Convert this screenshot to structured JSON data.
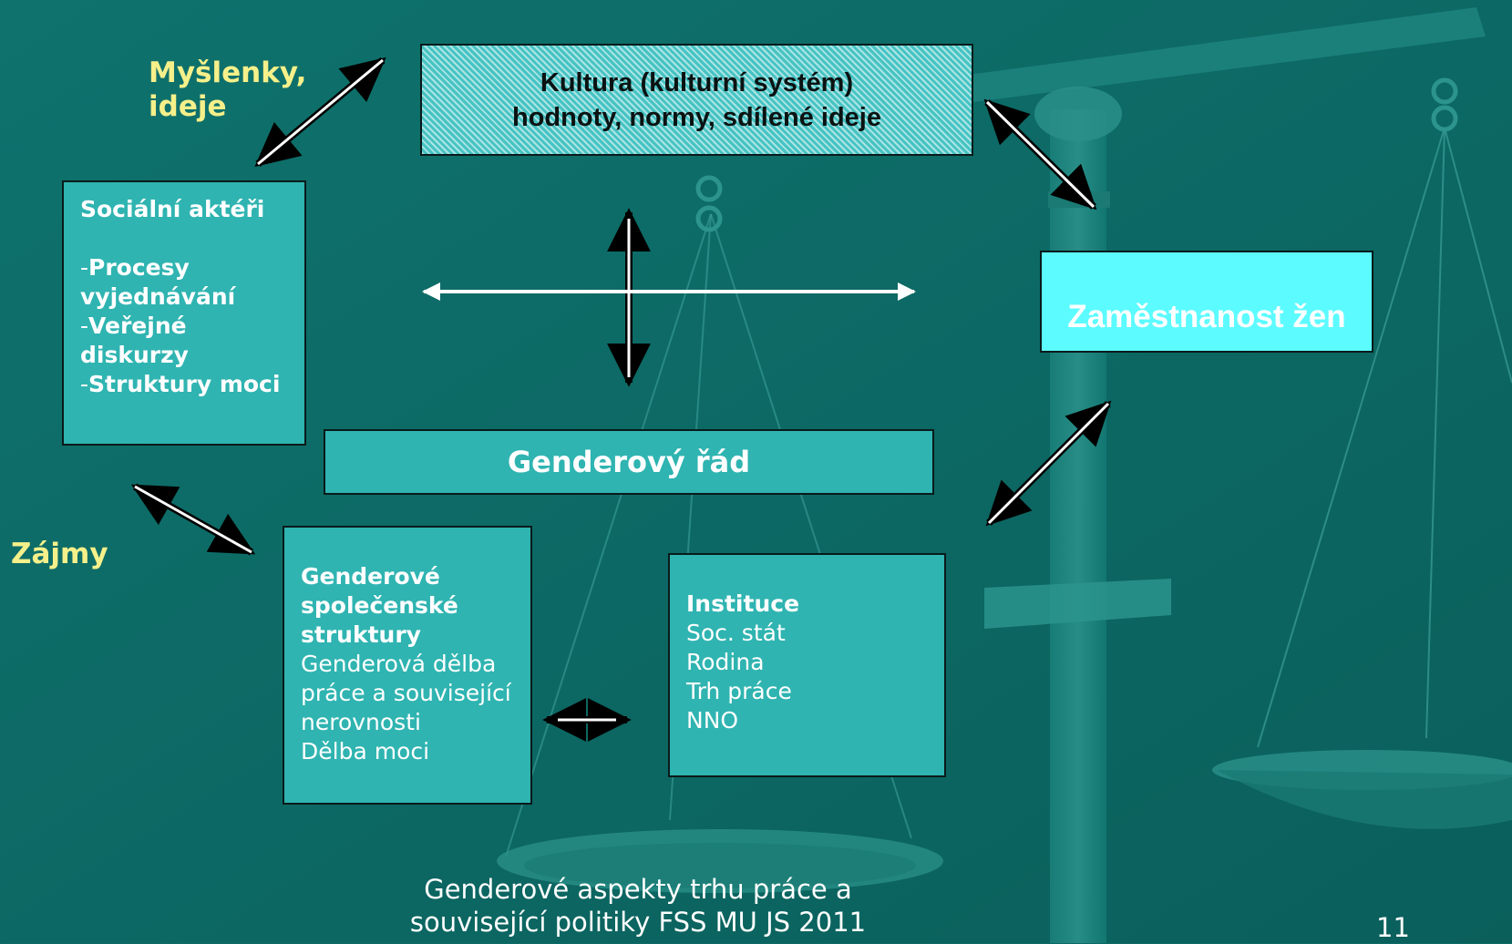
{
  "labels": {
    "ideas_line1": "Myšlenky,",
    "ideas_line2": "ideje",
    "interests": "Zájmy"
  },
  "culture_box": {
    "line1": "Kultura (kulturní systém)",
    "line2": "hodnoty, normy, sdílené ideje"
  },
  "actors_box": {
    "title": "Sociální aktéři",
    "items": [
      {
        "prefix": "-",
        "line1": "Procesy",
        "line2": "vyjednávání"
      },
      {
        "prefix": "-",
        "line1": "Veřejné",
        "line2": "diskurzy"
      },
      {
        "prefix": "-",
        "line1": "Struktury moci",
        "line2": ""
      }
    ]
  },
  "gender_order_box": {
    "title": "Genderový řád"
  },
  "employment_box": {
    "title": "Zaměstnanost žen"
  },
  "structures_box": {
    "title_lines": [
      "Genderové",
      "společenské",
      "struktury"
    ],
    "lines": [
      "Genderová dělba",
      "práce a související",
      "nerovnosti",
      "Dělba moci"
    ]
  },
  "institutions_box": {
    "title": "Instituce",
    "lines": [
      "Soc. stát",
      "Rodina",
      "Trh práce",
      "NNO"
    ]
  },
  "footer": {
    "line1": "Genderové aspekty trhu práce a",
    "line2": "související politiky FSS MU JS 2011",
    "page_number": "11"
  },
  "colors": {
    "background": "#0d6b66",
    "box_fill": "#2fb4b1",
    "highlight_box": "#5cfbff",
    "label_yellow": "#f6f08a"
  }
}
